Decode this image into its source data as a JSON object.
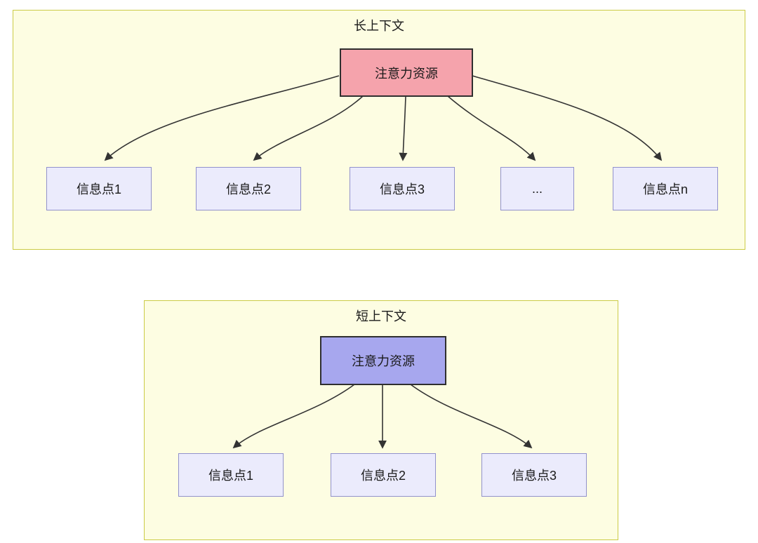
{
  "diagram": {
    "long_context": {
      "title": "长上下文",
      "attention_label": "注意力资源",
      "nodes": [
        "信息点1",
        "信息点2",
        "信息点3",
        "...",
        "信息点n"
      ]
    },
    "short_context": {
      "title": "短上下文",
      "attention_label": "注意力资源",
      "nodes": [
        "信息点1",
        "信息点2",
        "信息点3"
      ]
    },
    "colors": {
      "container_fill": "#fdfde2",
      "container_border": "#cbcb45",
      "long_attention_fill": "#f5a3ac",
      "short_attention_fill": "#a7a7ee",
      "node_fill": "#ebebfc",
      "node_border": "#9191cc",
      "box_border": "#2f2f2f",
      "arrow": "#333333"
    }
  }
}
